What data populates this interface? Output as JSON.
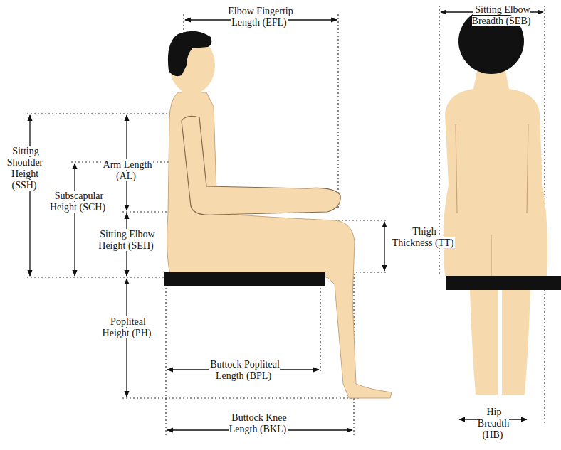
{
  "diagram": {
    "labels": [
      "Elbow Fingertip Length (EFL)",
      "Sitting Elbow Breadth (SEB)",
      "Sitting Shoulder Height (SSH)",
      "Arm Length (AL)",
      "Subscapular Height (SCH)",
      "Thigh Thickness (TT)",
      "Sitting Elbow Height (SEH)",
      "Popliteal Height (PH)",
      "Buttock Popliteal Length (BPL)",
      "Buttock Knee Length (BKL)",
      "Hip Breadth (HB)"
    ]
  }
}
